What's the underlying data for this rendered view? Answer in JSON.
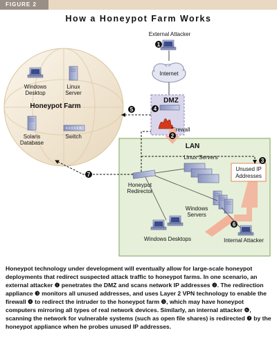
{
  "header": {
    "figure_label": "FIGURE 2",
    "title": "How a Honeypot Farm Works"
  },
  "labels": {
    "external_attacker": "External Attacker",
    "internet": "Internet",
    "dmz": "DMZ",
    "firewall": "Firewall",
    "lan": "LAN",
    "linux_servers": "Linux Servers",
    "unused_ip": "Unused IP",
    "addresses": "Addresses",
    "honeypot": "Honeypot",
    "redirector": "Redirector",
    "windows": "Windows",
    "servers": "Servers",
    "windows_desktops": "Windows Desktops",
    "internal_attacker": "Internal Attacker",
    "farm_windows": "Windows",
    "farm_desktop": "Desktop",
    "farm_linux": "Linux",
    "farm_server": "Server",
    "honeypot_farm": "Honeypot Farm",
    "solaris": "Solaris",
    "database": "Database",
    "switch": "Switch"
  },
  "steps": [
    "1",
    "2",
    "3",
    "4",
    "5",
    "6",
    "7"
  ],
  "caption": "Honeypot technology under development will eventually allow for large-scale honeypot deployments that redirect suspected attack traffic to honeypot farms. In one scenario, an external attacker ❶ penetrates the DMZ and scans network IP addresses ❷. The redirection appliance ❸ monitors all unused addresses, and uses Layer 2 VPN technology to enable the firewall ❹ to redirect the intruder to the honeypot farm ❺, which may have honeypot computers mirroring all types of real network devices. Similarly, an internal attacker ❻, scanning the network for vulnerable systems (such as open file shares) is redirected ❼ by the honeypot appliance when he probes unused IP addresses.",
  "colors": {
    "lan_fill": "#e6efd9",
    "lan_border": "#7aa35a",
    "dmz_fill": "#d9d6ec",
    "dmz_border": "#8a85b5",
    "arrow_peach": "#f2b39a",
    "farm_fill": "#f1e6d3"
  }
}
